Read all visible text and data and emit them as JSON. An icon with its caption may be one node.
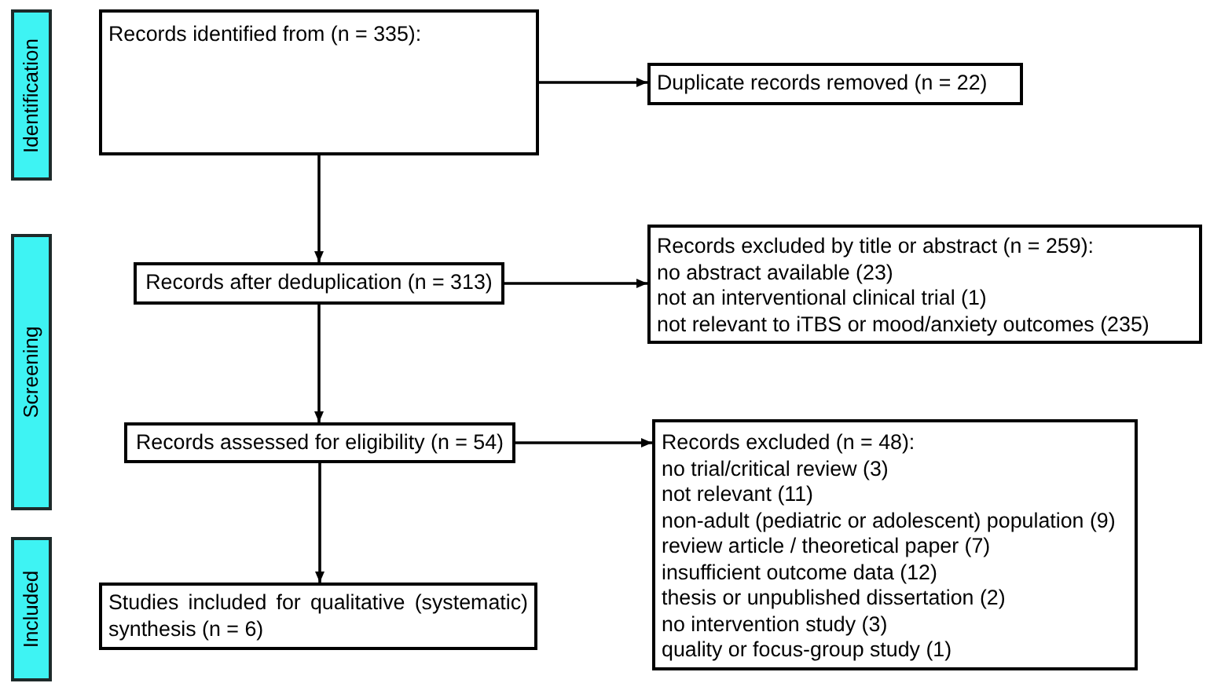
{
  "diagram": {
    "nodes": [
      {
        "text": [
          "Identification"
        ]
      },
      {
        "text": [
          "Records identified from (n = 335):"
        ]
      },
      {
        "text": [
          "Duplicate records removed (n = 22)"
        ]
      },
      {
        "text": [
          "Screening"
        ]
      },
      {
        "text": [
          "Records after deduplication (n = 313)"
        ]
      },
      {
        "text": [
          "Records excluded by title or abstract (n = 259):",
          "no abstract available (23)",
          "not an interventional clinical trial (1)",
          "not relevant to iTBS or mood/anxiety outcomes (235)"
        ]
      },
      {
        "text": [
          "Records assessed for eligibility (n = 54)"
        ]
      },
      {
        "text": [
          "Records excluded (n = 48):",
          "no trial/critical review (3)",
          "not relevant (11)",
          "non-adult (pediatric or adolescent) population (9)",
          "review article / theoretical paper (7)",
          "insufficient outcome data (12)",
          "thesis or unpublished dissertation (2)",
          "no intervention study (3)",
          "quality or focus-group study (1)"
        ]
      },
      {
        "text": [
          "Included"
        ]
      },
      {
        "text": [
          "Studies included for qualitative (systematic) synthesis (n = 6)"
        ]
      }
    ],
    "edges": [
      {
        "from": 1,
        "to": 2,
        "arrow": "to"
      },
      {
        "from": 1,
        "to": 4,
        "arrow": "to"
      },
      {
        "from": 4,
        "to": 5,
        "arrow": "to"
      },
      {
        "from": 4,
        "to": 6,
        "arrow": "to"
      },
      {
        "from": 6,
        "to": 7,
        "arrow": "to"
      },
      {
        "from": 6,
        "to": 9,
        "arrow": "to"
      }
    ]
  }
}
